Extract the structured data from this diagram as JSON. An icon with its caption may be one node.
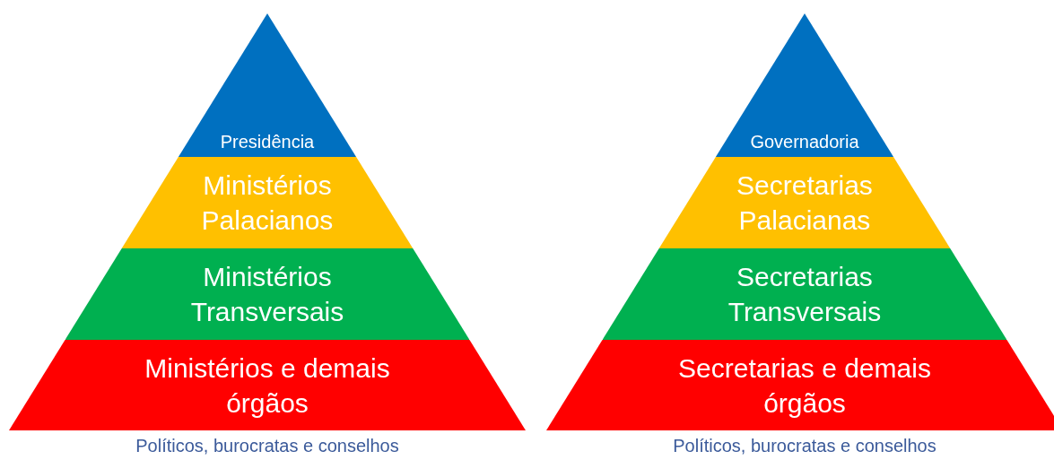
{
  "diagram": {
    "nodes": [
      {
        "text": [
          "Presidência"
        ]
      },
      {
        "text": [
          "Ministérios Palacianos"
        ]
      },
      {
        "text": [
          "Ministérios Transversais"
        ]
      },
      {
        "text": [
          "Ministérios e demais órgãos"
        ]
      },
      {
        "text": [
          "Governadoria"
        ]
      },
      {
        "text": [
          "Secretarias Palacianas"
        ]
      },
      {
        "text": [
          "Secretarias Transversais"
        ]
      },
      {
        "text": [
          "Secretarias e demais órgãos"
        ]
      }
    ],
    "edges": [],
    "labels": [
      "Políticos, burocratas e conselhos",
      "Políticos, burocratas e conselhos"
    ]
  }
}
